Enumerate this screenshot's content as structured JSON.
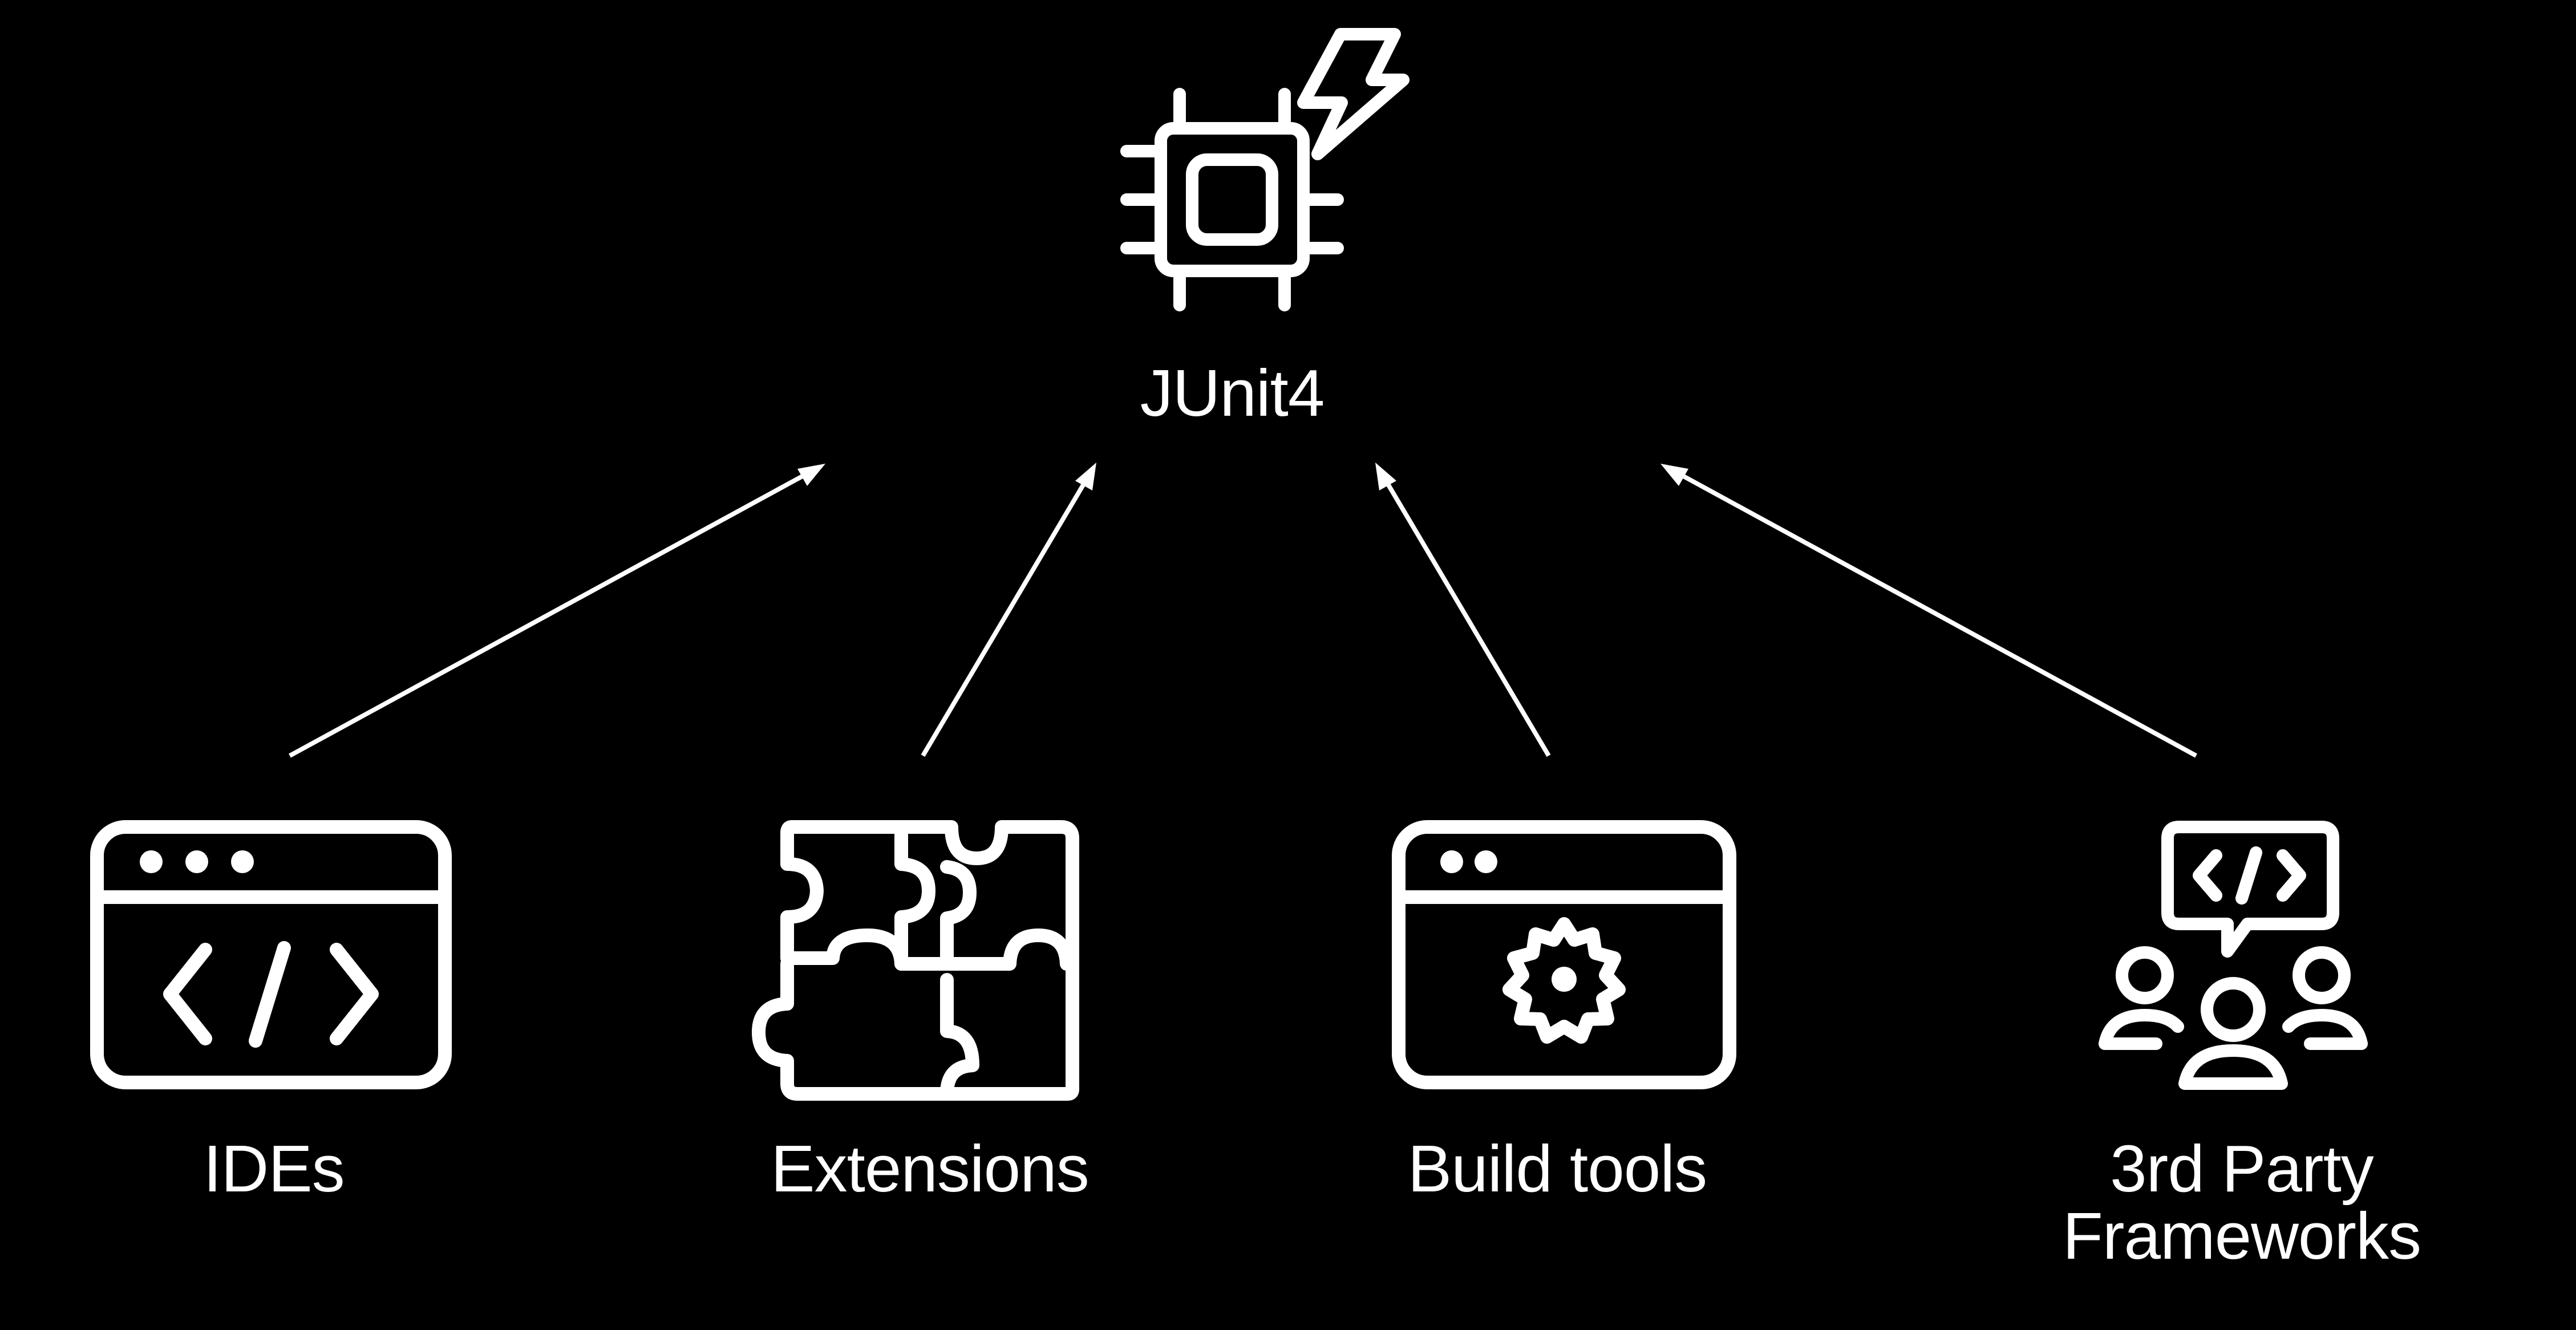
{
  "colors": {
    "background": "#000000",
    "foreground": "#ffffff"
  },
  "center": {
    "icon": "chip-lightning-icon",
    "label": "JUnit4"
  },
  "nodes": [
    {
      "icon": "code-window-icon",
      "label": "IDEs"
    },
    {
      "icon": "puzzle-icon",
      "label": "Extensions"
    },
    {
      "icon": "window-gear-icon",
      "label": "Build tools"
    },
    {
      "icon": "people-code-bubble-icon",
      "label_line1": "3rd Party",
      "label_line2": "Frameworks"
    }
  ]
}
